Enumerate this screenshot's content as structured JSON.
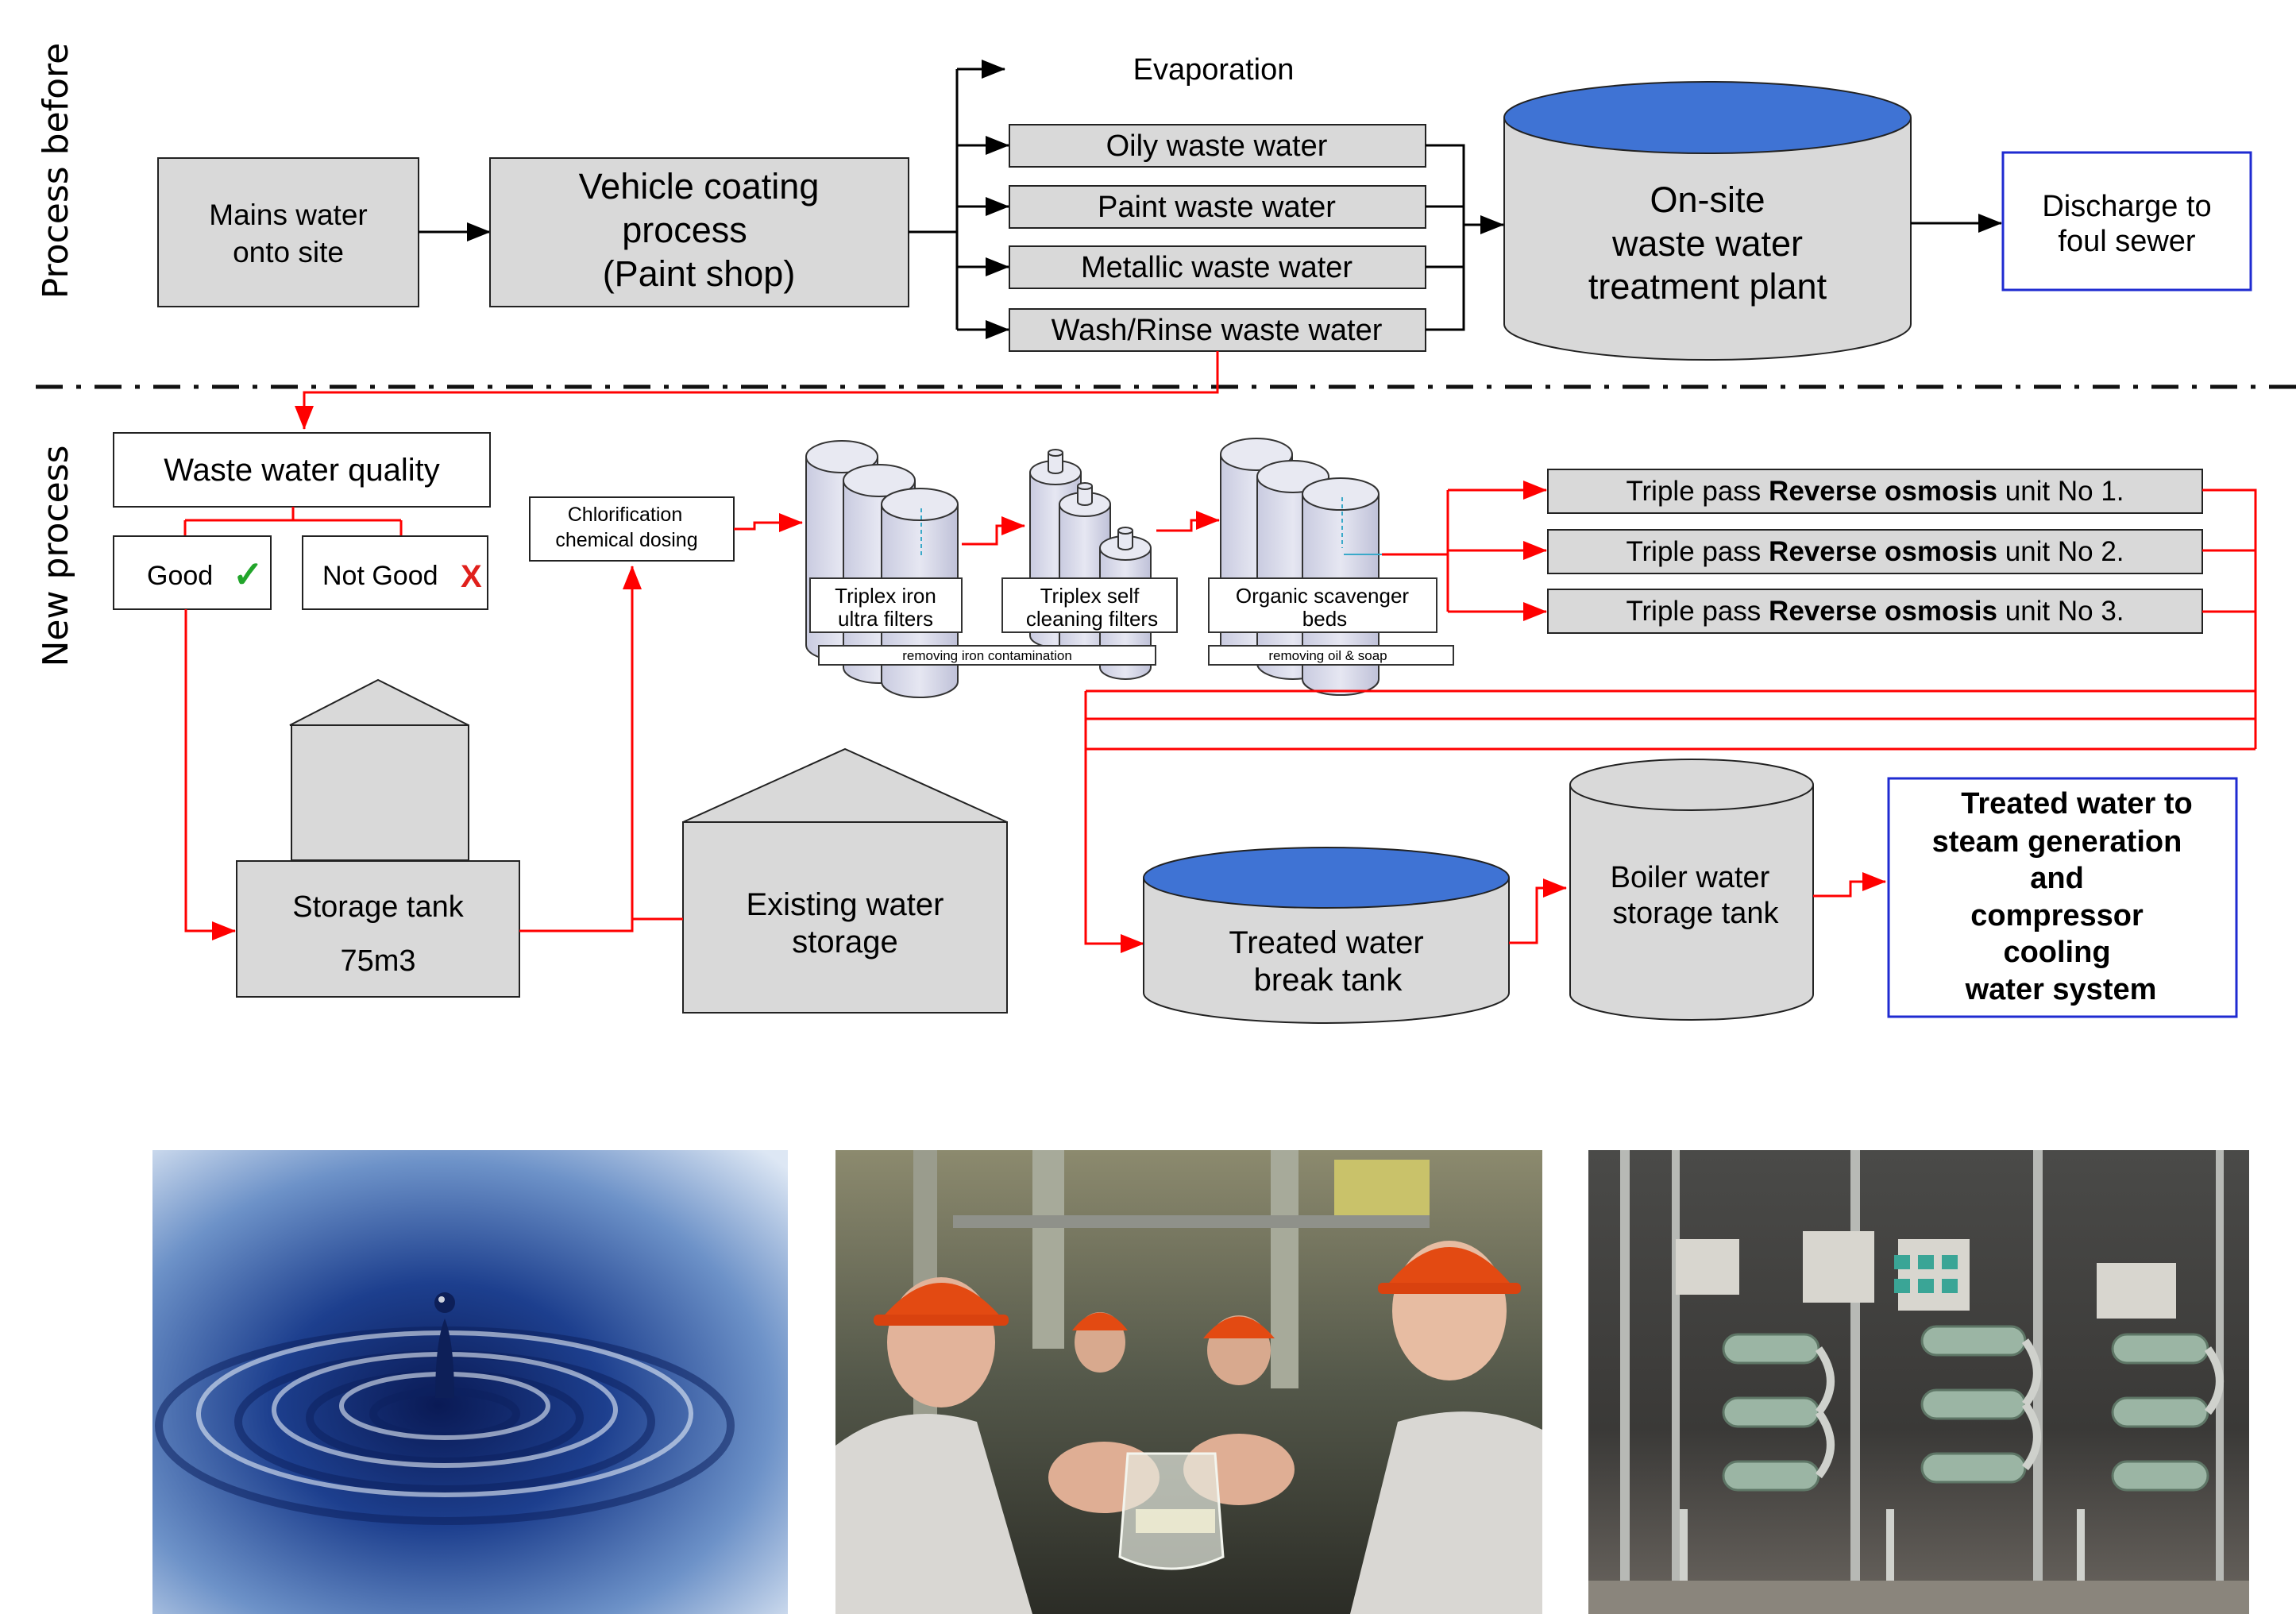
{
  "sections": {
    "before": "Process before",
    "new": "New process"
  },
  "before": {
    "mains": [
      "Mains water",
      "onto site"
    ],
    "coating": [
      "Vehicle coating",
      "process",
      "(Paint shop)"
    ],
    "evaporation": "Evaporation",
    "streams": [
      "Oily waste water",
      "Paint waste water",
      "Metallic waste water",
      "Wash/Rinse waste water"
    ],
    "plant": [
      "On-site",
      "waste water",
      "treatment plant"
    ],
    "discharge": [
      "Discharge to",
      "foul sewer"
    ]
  },
  "new": {
    "quality": "Waste water quality",
    "good": "Good",
    "good_mark": "✓",
    "not_good": "Not Good",
    "not_good_mark": "X",
    "chlor": [
      "Chlorification",
      "chemical dosing"
    ],
    "filters": {
      "iron": [
        "Triplex iron",
        "ultra filters"
      ],
      "self": [
        "Triplex self",
        "cleaning filters"
      ],
      "organic": [
        "Organic scavenger",
        "beds"
      ],
      "iron_note": "removing iron contamination",
      "organic_note": "removing oil & soap"
    },
    "ro_prefix": "Triple pass ",
    "ro_bold": "Reverse osmosis",
    "ro_suffixes": [
      " unit No 1.",
      " unit No 2.",
      " unit No 3."
    ],
    "storage": [
      "Storage tank",
      "75m3"
    ],
    "existing": [
      "Existing water",
      "storage"
    ],
    "break_tank": [
      "Treated water",
      "break tank"
    ],
    "boiler": [
      "Boiler water",
      "storage tank"
    ],
    "final": [
      "Treated water to",
      "steam generation",
      "and",
      "compressor",
      "cooling",
      "water system"
    ]
  },
  "photos": {
    "drop": "water-drop-photo",
    "workers": "workers-holding-water-photo",
    "ro_plant": "reverse-osmosis-plant-photo"
  },
  "colors": {
    "box_fill": "#d9d9d9",
    "water_blue": "#3f73d4",
    "red_line": "#ff0000",
    "blue_border": "#1f2bd1",
    "check_green": "#22a52b",
    "cross_red": "#e0201c"
  }
}
